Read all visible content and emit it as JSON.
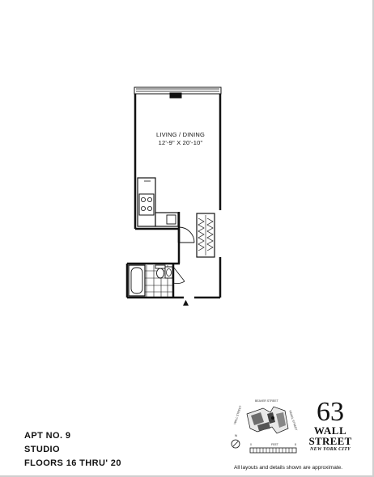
{
  "floorplan": {
    "room": {
      "name": "LIVING / DINING",
      "dimensions": "12'-9\" X 20'-10\""
    }
  },
  "apartment": {
    "number": "APT NO. 9",
    "type": "STUDIO",
    "floors": "FLOORS 16 THRU' 20"
  },
  "building": {
    "number": "63",
    "street_line1": "WALL",
    "street_line2": "STREET",
    "city": "NEW YORK CITY"
  },
  "key_plan": {
    "street_top": "BEAVER STREET",
    "street_left": "WALL STREET",
    "street_right": "PEARL STREET",
    "scale_label": "FEET",
    "scale_start": "0",
    "scale_end": "8",
    "compass": "N"
  },
  "disclaimer": "All layouts and details shown are approximate."
}
